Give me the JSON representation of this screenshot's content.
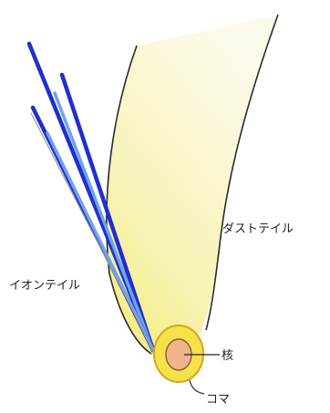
{
  "labels": {
    "dust_tail": "ダストテイル",
    "ion_tail": "イオンテイル",
    "nucleus": "核",
    "coma": "コマ"
  },
  "colors": {
    "background": "#ffffff",
    "dust_tail_fill": "#f6f1a8",
    "dust_tail_outline": "#2a2a2a",
    "ion_tail_dark": "#1f2fd0",
    "ion_tail_light": "#6fa4ea",
    "coma_fill": "#f5e24a",
    "coma_outline": "#d6a51e",
    "nucleus_fill": "#eeb48a",
    "nucleus_outline": "#8a5a30",
    "leader_line": "#222222",
    "label_text": "#222222"
  }
}
